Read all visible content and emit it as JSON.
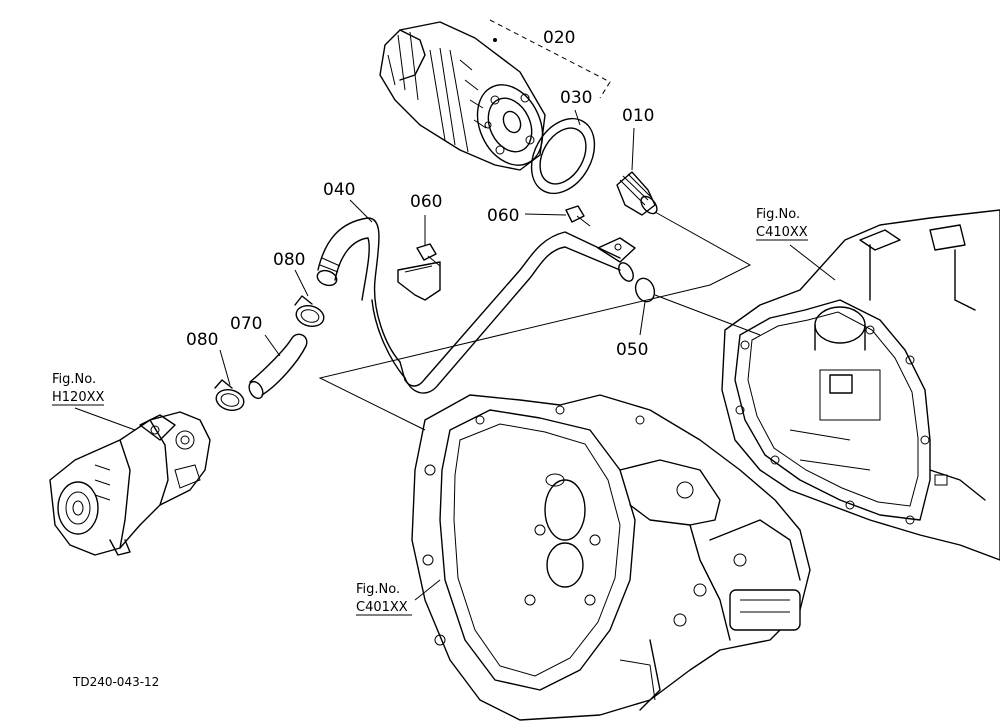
{
  "diagram": {
    "drawing_number": "TD240-043-12",
    "part_numbers": [
      "020",
      "030",
      "010",
      "040",
      "060",
      "060",
      "080",
      "080",
      "070",
      "050"
    ],
    "figure_refs": [
      {
        "prefix": "Fig.No.",
        "code": "C410XX"
      },
      {
        "prefix": "Fig.No.",
        "code": "H120XX"
      },
      {
        "prefix": "Fig.No.",
        "code": "C401XX"
      }
    ]
  }
}
